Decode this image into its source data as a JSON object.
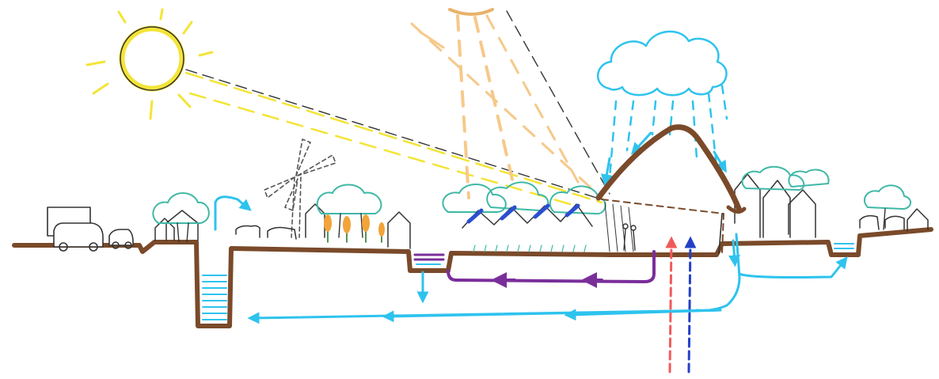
{
  "diagram": {
    "colors": {
      "ground": "#7a4a2a",
      "water": "#2ec3ee",
      "sun": "#f4e436",
      "sun_rays": "#f6c98a",
      "sun_outline": "#333333",
      "tree": "#3fb8a6",
      "solar_panel": "#2a4fd0",
      "purple_flow": "#7a2e9a",
      "heat_red": "#f25a5a",
      "cool_blue": "#2340c8",
      "grain": "#f2a43a",
      "sketch_black": "#333333"
    },
    "elements": [
      "sun-icon",
      "sun-rays",
      "rain-cloud-icon",
      "rain-drops",
      "ground-line",
      "truck-icon",
      "car-icon",
      "houses",
      "trees",
      "wind-turbine-icon",
      "cattle",
      "crops",
      "greenhouse-panels",
      "earth-covered-dome",
      "well-cistern",
      "retention-pond",
      "groundwater-flow-arrows",
      "purple-flow-arrow",
      "geothermal-arrows"
    ]
  }
}
